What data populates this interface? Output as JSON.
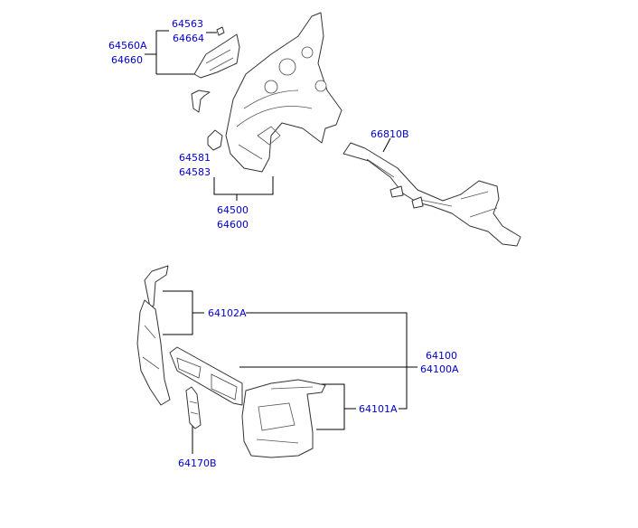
{
  "label_color": "#0000cc",
  "labels": {
    "p64563": "64563",
    "p64664": "64664",
    "p64560A": "64560A",
    "p64660": "64660",
    "p64581": "64581",
    "p64583": "64583",
    "p64500": "64500",
    "p64600": "64600",
    "p66810B": "66810B",
    "p64102A": "64102A",
    "p64100": "64100",
    "p64100A": "64100A",
    "p64101A": "64101A",
    "p64170B": "64170B"
  }
}
